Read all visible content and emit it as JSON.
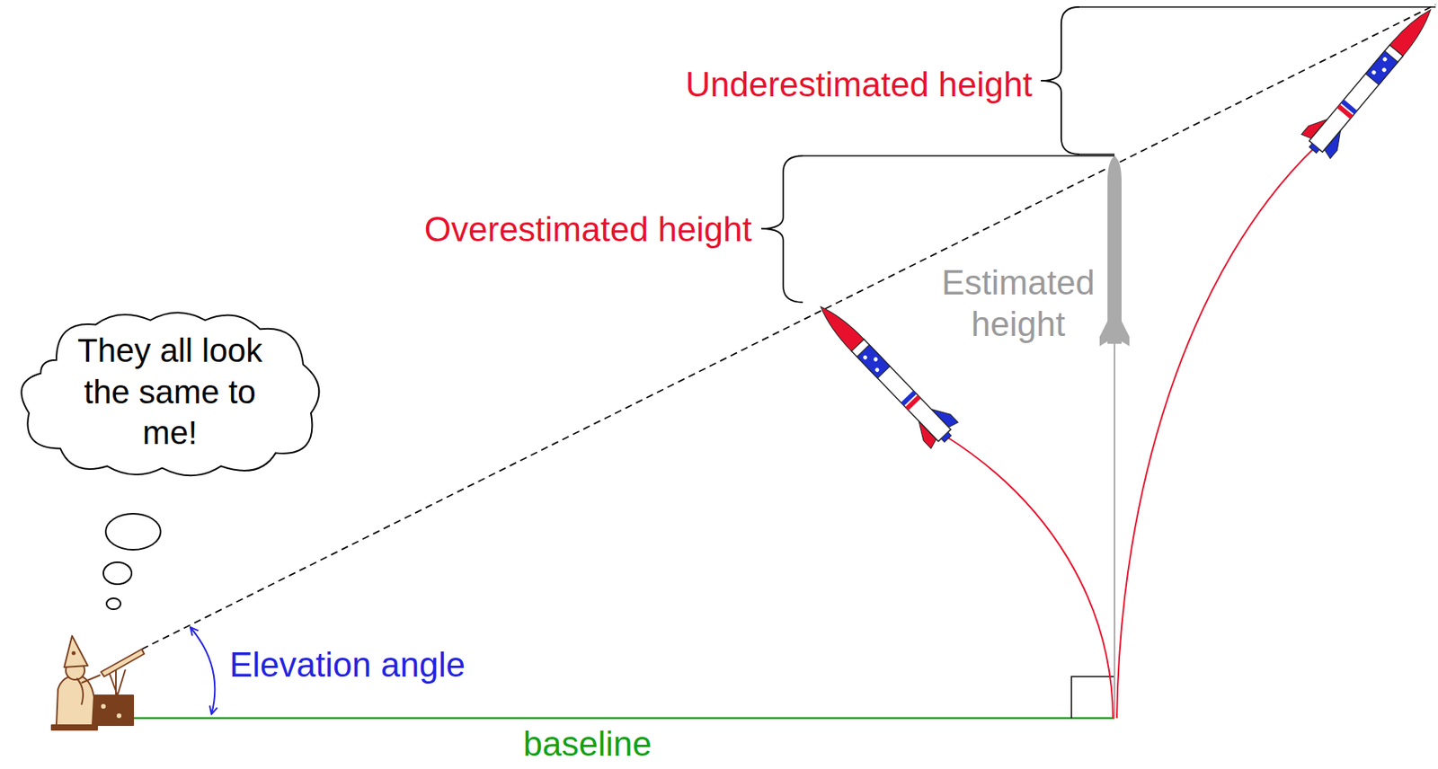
{
  "diagram": {
    "nodes": [
      {
        "text": [
          "They all look the same to me!"
        ]
      }
    ],
    "labels": [
      "Underestimated height",
      "Overestimated height",
      "Estimated height",
      "Elevation angle",
      "baseline"
    ]
  }
}
